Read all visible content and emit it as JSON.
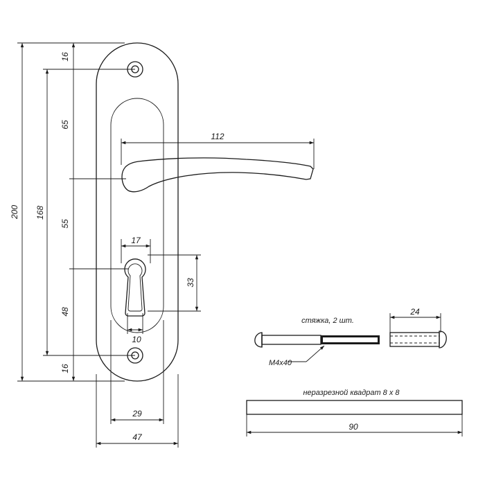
{
  "dimensions": {
    "total_height": "200",
    "mount_spacing": "168",
    "top_offset": "16",
    "handle_offset": "65",
    "handle_to_cylinder": "55",
    "cylinder_to_screw": "48",
    "bottom_offset": "16",
    "lever_length": "112",
    "cylinder_width": "17",
    "cylinder_height": "33",
    "slot_width": "10",
    "inner_width": "29",
    "plate_width": "47"
  },
  "parts": {
    "screws_label": "стяжка, 2 шт.",
    "screw_size": "M4x40",
    "bushing_length": "24",
    "spindle_label": "неразрезной квадрат  8 x 8",
    "spindle_length": "90"
  }
}
